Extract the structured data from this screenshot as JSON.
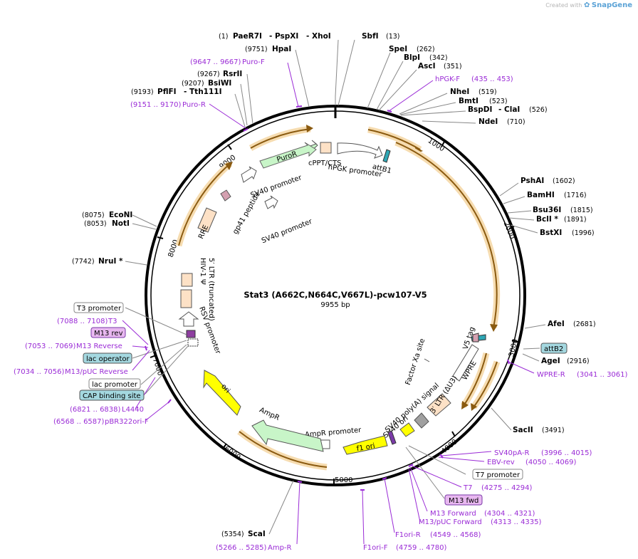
{
  "credit": {
    "prefix": "Created with",
    "brand": "SnapGene"
  },
  "plasmid": {
    "name": "Stat3 (A662C,N664C,V667L)-pcw107-V5",
    "length": "9955 bp"
  },
  "ticks": [
    "1000",
    "2000",
    "3000",
    "4000",
    "5000",
    "6000",
    "7000",
    "8000",
    "9000"
  ],
  "enzymes": [
    {
      "pos": "(1)",
      "label": "PaeR7I",
      "extra": "- PspXI",
      "extra2": "- XhoI"
    },
    {
      "label": "SbfI",
      "pos": "(13)"
    },
    {
      "label": "SpeI",
      "pos": "(262)"
    },
    {
      "label": "BlpI",
      "pos": "(342)"
    },
    {
      "label": "AscI",
      "pos": "(351)"
    },
    {
      "label": "NheI",
      "pos": "(519)"
    },
    {
      "label": "BmtI",
      "pos": "(523)"
    },
    {
      "label": "BspDI",
      "extra": "- ClaI",
      "pos": "(526)"
    },
    {
      "label": "NdeI",
      "pos": "(710)"
    },
    {
      "label": "PshAI",
      "pos": "(1602)"
    },
    {
      "label": "BamHI",
      "pos": "(1716)"
    },
    {
      "label": "Bsu36I",
      "pos": "(1815)"
    },
    {
      "label": "BclI *",
      "pos": "(1891)"
    },
    {
      "label": "BstXI",
      "pos": "(1996)"
    },
    {
      "label": "AfeI",
      "pos": "(2681)"
    },
    {
      "label": "AgeI",
      "pos": "(2916)"
    },
    {
      "label": "SacII",
      "pos": "(3491)"
    },
    {
      "pos": "(9751)",
      "label": "HpaI"
    },
    {
      "pos": "(9267)",
      "label": "RsrII"
    },
    {
      "pos": "(9207)",
      "label": "BsiWI"
    },
    {
      "pos": "(9193)",
      "label": "PflFI",
      "extra": "- Tth111I"
    },
    {
      "pos": "(8075)",
      "label": "EcoNI"
    },
    {
      "pos": "(8053)",
      "label": "NotI"
    },
    {
      "pos": "(7742)",
      "label": "NruI *"
    },
    {
      "pos": "(5354)",
      "label": "ScaI"
    }
  ],
  "primers": [
    {
      "range": "(9647 .. 9667)",
      "label": "Puro-F"
    },
    {
      "range": "(9151 .. 9170)",
      "label": "Puro-R"
    },
    {
      "label": "hPGK-F",
      "range": "(435 .. 453)"
    },
    {
      "label": "WPRE-R",
      "range": "(3041 .. 3061)"
    },
    {
      "label": "SV40pA-R",
      "range": "(3996 .. 4015)"
    },
    {
      "label": "EBV-rev",
      "range": "(4050 .. 4069)"
    },
    {
      "label": "T7",
      "range": "(4275 .. 4294)"
    },
    {
      "label": "M13 Forward",
      "range": "(4304 .. 4321)"
    },
    {
      "label": "M13/pUC Forward",
      "range": "(4313 .. 4335)"
    },
    {
      "label": "F1ori-R",
      "range": "(4549 .. 4568)"
    },
    {
      "label": "F1ori-F",
      "range": "(4759 .. 4780)"
    },
    {
      "range": "(5266 .. 5285)",
      "label": "Amp-R"
    },
    {
      "range": "(6568 .. 6587)",
      "label": "pBR322ori-F"
    },
    {
      "range": "(6821 .. 6838)",
      "label": "L4440"
    },
    {
      "range": "(7034 .. 7056)",
      "label": "M13/pUC Reverse"
    },
    {
      "range": "(7053 .. 7069)",
      "label": "M13 Reverse"
    },
    {
      "range": "(7088 .. 7108)",
      "label": "T3"
    }
  ],
  "boxes": {
    "t3_promoter": "T3 promoter",
    "m13_rev": "M13 rev",
    "lac_operator": "lac operator",
    "lac_promoter": "lac promoter",
    "cap_site": "CAP binding site",
    "attb2": "attB2",
    "t7_promoter": "T7 promoter",
    "m13_fwd": "M13 fwd"
  },
  "features": {
    "puror": "PuroR",
    "sv40_promoter_1": "SV40 promoter",
    "sv40_promoter_2": "SV40 promoter",
    "gp41": "gp41 peptide",
    "rre": "RRE",
    "cppt": "cPPT/CTS",
    "hpgk": "hPGK promoter",
    "attb1": "attB1",
    "hiv_ltr": "HIV-1 Ψ",
    "ltr5": "5′ LTR (truncated)",
    "rsv": "RSV promoter",
    "v5": "V5 tag",
    "factor_xa": "Factor Xa site",
    "wpre": "WPRE",
    "ltr3": "3′ LTR (ΔU3)",
    "sv40_polya": "SV40 poly(A) signal",
    "sv40_ori": "SV40 ori",
    "f1_ori": "f1 ori",
    "ampr_promoter": "AmpR promoter",
    "ampr": "AmpR",
    "ori": "ori"
  }
}
